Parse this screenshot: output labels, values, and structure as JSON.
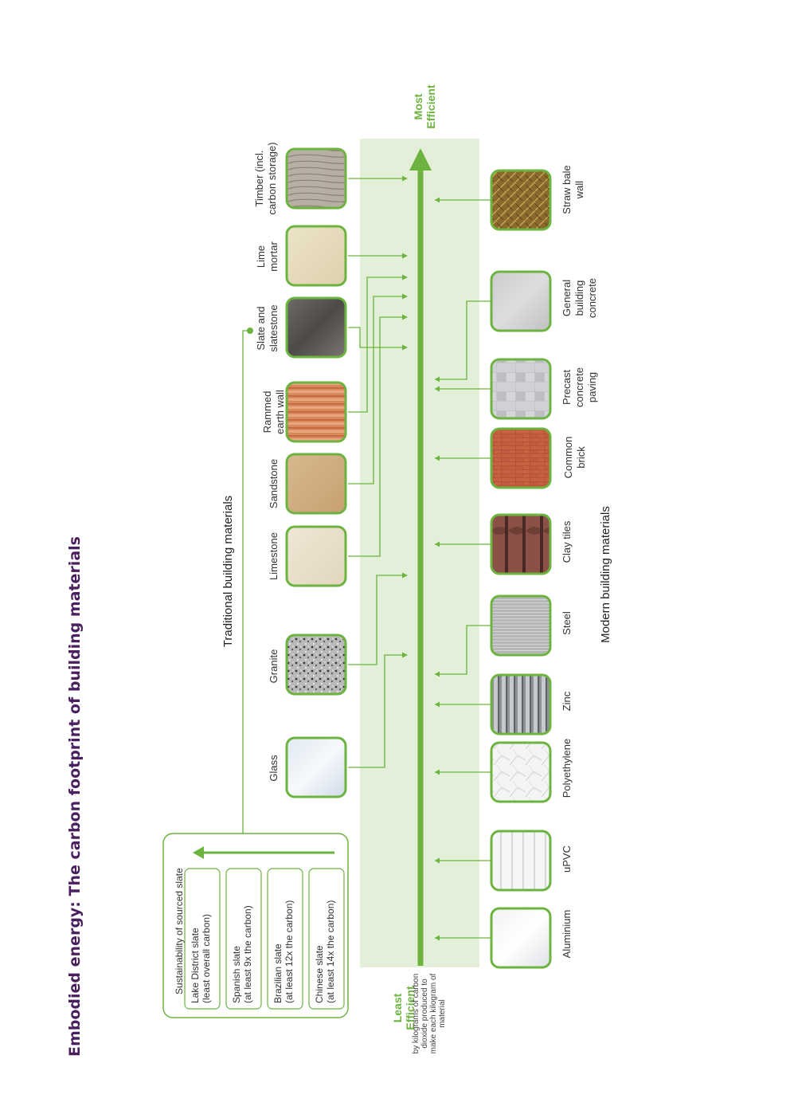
{
  "title": "Embodied energy: The carbon footprint of building materials",
  "sections": {
    "traditional": "Traditional building materials",
    "modern": "Modern building materials"
  },
  "axis": {
    "most": "Most\nEfficient",
    "least": "Least\nEfficient",
    "least_sub": "by kilograms of carbon dioxide produced to make each kilogram of material"
  },
  "slate_box": {
    "heading": "Sustainability of sourced slate",
    "items": [
      "Lake District slate\n(least overall carbon)",
      "Spanish slate\n(at least 9x the carbon)",
      "Brazilian slate\n(at least 12x the carbon)",
      "Chinese slate\n(at least 14x the carbon)"
    ]
  },
  "traditional_materials": [
    {
      "name": "Glass",
      "label": "Glass",
      "texture": "glass"
    },
    {
      "name": "Granite",
      "label": "Granite",
      "texture": "granite"
    },
    {
      "name": "Limestone",
      "label": "Limestone",
      "texture": "limestone"
    },
    {
      "name": "Sandstone",
      "label": "Sandstone",
      "texture": "sandstone"
    },
    {
      "name": "Rammed earth wall",
      "label": "Rammed\nearth wall",
      "texture": "earth"
    },
    {
      "name": "Slate and slatestone",
      "label": "Slate and\nslatestone",
      "texture": "slate"
    },
    {
      "name": "Lime mortar",
      "label": "Lime\nmortar",
      "texture": "lime"
    },
    {
      "name": "Timber (incl. carbon storage)",
      "label": "Timber (incl.\ncarbon storage)",
      "texture": "timber"
    }
  ],
  "modern_materials": [
    {
      "name": "Aluminium",
      "label": "Aluminium",
      "texture": "aluminium"
    },
    {
      "name": "uPVC",
      "label": "uPVC",
      "texture": "upvc"
    },
    {
      "name": "Polyethylene",
      "label": "Polyethylene",
      "texture": "poly"
    },
    {
      "name": "Zinc",
      "label": "Zinc",
      "texture": "zinc"
    },
    {
      "name": "Steel",
      "label": "Steel",
      "texture": "steel"
    },
    {
      "name": "Clay tiles",
      "label": "Clay tiles",
      "texture": "clay"
    },
    {
      "name": "Common brick",
      "label": "Common\nbrick",
      "texture": "brick"
    },
    {
      "name": "Precast concrete paving",
      "label": "Precast\nconcrete\npaving",
      "texture": "paving"
    },
    {
      "name": "General building concrete",
      "label": "General\nbuilding\nconcrete",
      "texture": "concrete"
    },
    {
      "name": "Straw bale wall",
      "label": "Straw bale\nwall",
      "texture": "straw"
    }
  ],
  "colors": {
    "accent_green": "#6db33f",
    "band_green": "#e3efd8",
    "title_purple": "#4a1f5e"
  }
}
